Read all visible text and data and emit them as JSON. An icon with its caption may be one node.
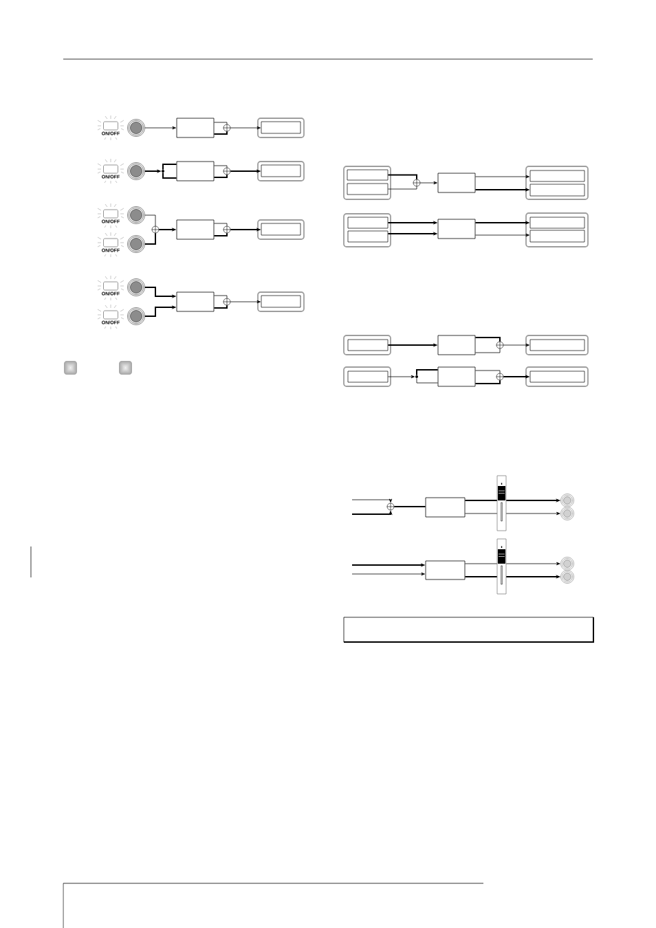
{
  "diagram": {
    "nodes": [
      {
        "text": [
          "ON/OFF"
        ]
      },
      {
        "text": [],
        "shape": "circle"
      },
      {
        "text": [],
        "shape": "box"
      },
      {
        "text": [],
        "shape": "circle"
      },
      {
        "text": [],
        "shape": "box"
      },
      {
        "text": [],
        "shape": "box",
        "in": 4
      },
      {
        "text": [
          "ON/OFF"
        ]
      },
      {
        "text": [],
        "shape": "circle"
      },
      {
        "text": [],
        "shape": "dot"
      },
      {
        "text": [],
        "shape": "box"
      },
      {
        "text": [],
        "shape": "circle"
      },
      {
        "text": [],
        "shape": "box"
      },
      {
        "text": [],
        "shape": "box",
        "in": 11
      },
      {
        "text": [
          "ON/OFF"
        ]
      },
      {
        "text": [],
        "shape": "circle"
      },
      {
        "text": [
          "ON/OFF"
        ]
      },
      {
        "text": [],
        "shape": "circle"
      },
      {
        "text": [],
        "shape": "circle"
      },
      {
        "text": [],
        "shape": "box"
      },
      {
        "text": [],
        "shape": "circle"
      },
      {
        "text": [],
        "shape": "box"
      },
      {
        "text": [],
        "shape": "box",
        "in": 20
      },
      {
        "text": [
          "ON/OFF"
        ]
      },
      {
        "text": [],
        "shape": "circle"
      },
      {
        "text": [
          "ON/OFF"
        ]
      },
      {
        "text": [],
        "shape": "circle"
      },
      {
        "text": [],
        "shape": "box"
      },
      {
        "text": [],
        "shape": "circle"
      },
      {
        "text": [],
        "shape": "box"
      },
      {
        "text": [],
        "shape": "box",
        "in": 28
      },
      {
        "text": [],
        "shape": "box"
      },
      {
        "text": [],
        "shape": "box",
        "in": 30
      },
      {
        "text": [],
        "shape": "box",
        "in": 30
      },
      {
        "text": [],
        "shape": "circle"
      },
      {
        "text": [],
        "shape": "box"
      },
      {
        "text": [],
        "shape": "box"
      },
      {
        "text": [],
        "shape": "box",
        "in": 35
      },
      {
        "text": [],
        "shape": "box",
        "in": 35
      },
      {
        "text": [],
        "shape": "box"
      },
      {
        "text": [],
        "shape": "box",
        "in": 38
      },
      {
        "text": [],
        "shape": "box",
        "in": 38
      },
      {
        "text": [],
        "shape": "box"
      },
      {
        "text": [],
        "shape": "box"
      },
      {
        "text": [],
        "shape": "box",
        "in": 42
      },
      {
        "text": [],
        "shape": "box",
        "in": 42
      },
      {
        "text": [],
        "shape": "box"
      },
      {
        "text": [],
        "shape": "box",
        "in": 45
      },
      {
        "text": [],
        "shape": "box"
      },
      {
        "text": [],
        "shape": "circle"
      },
      {
        "text": [],
        "shape": "box"
      },
      {
        "text": [],
        "shape": "box",
        "in": 49
      },
      {
        "text": [],
        "shape": "box"
      },
      {
        "text": [],
        "shape": "box",
        "in": 51
      },
      {
        "text": [],
        "shape": "dot"
      },
      {
        "text": [],
        "shape": "box"
      },
      {
        "text": [],
        "shape": "circle"
      },
      {
        "text": [],
        "shape": "box"
      },
      {
        "text": [],
        "shape": "box",
        "in": 56
      },
      {
        "text": [],
        "shape": "circle"
      },
      {
        "text": [],
        "shape": "box"
      },
      {
        "text": [],
        "shape": "circle"
      },
      {
        "text": [],
        "shape": "circle"
      },
      {
        "text": [],
        "shape": "box"
      },
      {
        "text": [],
        "shape": "circle"
      },
      {
        "text": [],
        "shape": "circle"
      }
    ],
    "edges": [
      {
        "from": 1,
        "to": 2,
        "arrow": "to"
      },
      {
        "from": 2,
        "to": 3,
        "arrow": "none"
      },
      {
        "from": 2,
        "to": 3,
        "arrow": "none"
      },
      {
        "from": 3,
        "to": 5,
        "arrow": "to"
      },
      {
        "from": 7,
        "to": 8,
        "arrow": "to"
      },
      {
        "from": 8,
        "to": 9,
        "arrow": "none"
      },
      {
        "from": 8,
        "to": 9,
        "arrow": "none"
      },
      {
        "from": 9,
        "to": 10,
        "arrow": "none"
      },
      {
        "from": 9,
        "to": 10,
        "arrow": "none"
      },
      {
        "from": 10,
        "to": 12,
        "arrow": "to"
      },
      {
        "from": 14,
        "to": 17,
        "arrow": "none"
      },
      {
        "from": 16,
        "to": 17,
        "arrow": "none"
      },
      {
        "from": 17,
        "to": 18,
        "arrow": "to"
      },
      {
        "from": 18,
        "to": 19,
        "arrow": "none"
      },
      {
        "from": 18,
        "to": 19,
        "arrow": "none"
      },
      {
        "from": 19,
        "to": 21,
        "arrow": "to"
      },
      {
        "from": 23,
        "to": 26,
        "arrow": "to"
      },
      {
        "from": 25,
        "to": 26,
        "arrow": "to"
      },
      {
        "from": 26,
        "to": 27,
        "arrow": "none"
      },
      {
        "from": 26,
        "to": 27,
        "arrow": "none"
      },
      {
        "from": 27,
        "to": 29,
        "arrow": "to"
      },
      {
        "from": 31,
        "to": 33,
        "arrow": "none"
      },
      {
        "from": 32,
        "to": 33,
        "arrow": "none"
      },
      {
        "from": 33,
        "to": 34,
        "arrow": "to"
      },
      {
        "from": 34,
        "to": 36,
        "arrow": "to"
      },
      {
        "from": 34,
        "to": 37,
        "arrow": "to"
      },
      {
        "from": 39,
        "to": 41,
        "arrow": "to"
      },
      {
        "from": 40,
        "to": 41,
        "arrow": "to"
      },
      {
        "from": 41,
        "to": 43,
        "arrow": "to"
      },
      {
        "from": 41,
        "to": 44,
        "arrow": "to"
      },
      {
        "from": 46,
        "to": 47,
        "arrow": "to"
      },
      {
        "from": 47,
        "to": 48,
        "arrow": "none"
      },
      {
        "from": 47,
        "to": 48,
        "arrow": "none"
      },
      {
        "from": 48,
        "to": 50,
        "arrow": "to"
      },
      {
        "from": 52,
        "to": 53,
        "arrow": "to"
      },
      {
        "from": 53,
        "to": 54,
        "arrow": "none"
      },
      {
        "from": 53,
        "to": 54,
        "arrow": "none"
      },
      {
        "from": 54,
        "to": 55,
        "arrow": "none"
      },
      {
        "from": 54,
        "to": 55,
        "arrow": "none"
      },
      {
        "from": 55,
        "to": 57,
        "arrow": "to"
      },
      {
        "from": null,
        "to": 58,
        "arrow": "to"
      },
      {
        "from": null,
        "to": 58,
        "arrow": "to"
      },
      {
        "from": 58,
        "to": 59,
        "arrow": "none"
      },
      {
        "from": 59,
        "to": 60,
        "arrow": "to"
      },
      {
        "from": 59,
        "to": 61,
        "arrow": "to"
      },
      {
        "from": null,
        "to": 62,
        "arrow": "to"
      },
      {
        "from": null,
        "to": 62,
        "arrow": "to"
      },
      {
        "from": 62,
        "to": 63,
        "arrow": "to"
      },
      {
        "from": 62,
        "to": 64,
        "arrow": "to"
      }
    ]
  }
}
